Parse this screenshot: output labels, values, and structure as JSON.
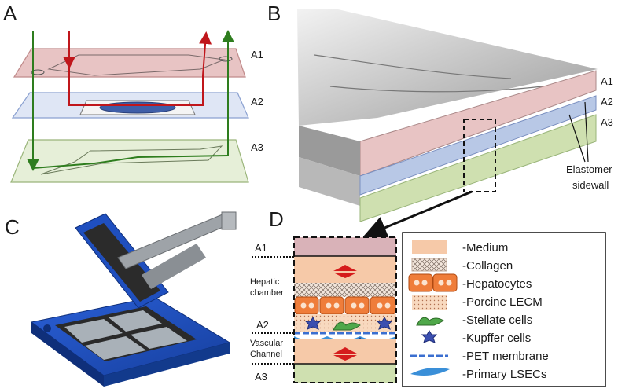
{
  "panels": {
    "a": {
      "letter": "A",
      "layers": [
        "A1",
        "A2",
        "A3"
      ]
    },
    "b": {
      "letter": "B",
      "layers": [
        "A1",
        "A2",
        "A3"
      ],
      "callout_line1": "Elastomer",
      "callout_line2": "sidewall"
    },
    "c": {
      "letter": "C"
    },
    "d": {
      "letter": "D",
      "side_labels": {
        "a1": "A1",
        "hepatic_line1": "Hepatic",
        "hepatic_line2": "chamber",
        "a2": "A2",
        "vascular_line1": "Vascular",
        "vascular_line2": "Channel",
        "a3": "A3"
      },
      "legend": [
        {
          "label": "-Medium",
          "icon": "medium-swatch"
        },
        {
          "label": "-Collagen",
          "icon": "collagen-swatch"
        },
        {
          "label": "-Hepatocytes",
          "icon": "hepatocyte-cells"
        },
        {
          "label": "-Porcine LECM",
          "icon": "lecm-swatch"
        },
        {
          "label": "-Stellate cells",
          "icon": "stellate-cell"
        },
        {
          "label": "-Kupffer cells",
          "icon": "kupffer-cell"
        },
        {
          "label": "-PET membrane",
          "icon": "pet-membrane"
        },
        {
          "label": "-Primary LSECs",
          "icon": "lsec-cell"
        }
      ]
    }
  },
  "colors": {
    "a1_layer": "#e8c4c4",
    "a2_layer": "#b8c8e6",
    "a3_layer": "#cfe0b0",
    "flow_red": "#c0161b",
    "flow_green": "#2e7d1e",
    "device_blue": "#1f4fbf",
    "medium": "#f6c9a8",
    "hepatocyte": "#ef7d3a",
    "stellate": "#4fa84a",
    "kupffer": "#3b4fb0",
    "lsec": "#3a8fd8"
  }
}
